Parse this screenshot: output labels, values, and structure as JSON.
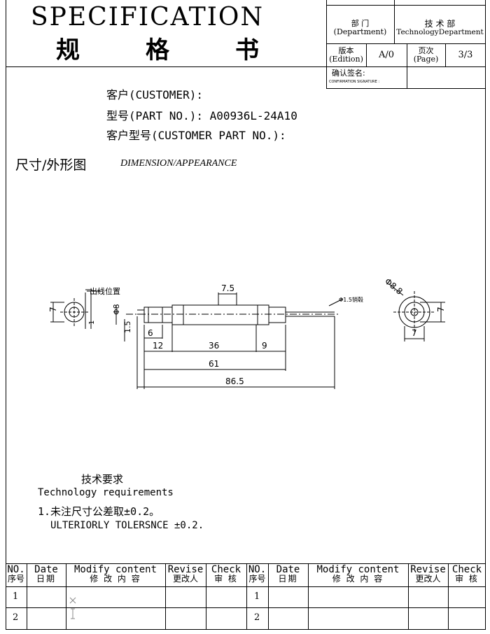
{
  "header": {
    "title_en": "SPECIFICATION",
    "title_cn": [
      "规",
      "格",
      "书"
    ],
    "department_label_cn": "部  门",
    "department_label_en": "(Department)",
    "department_value_cn": "技 术 部",
    "department_value_en": "TechnologyDepartment",
    "edition_label_cn": "版本",
    "edition_label_en": "(Edition)",
    "edition_value": "A/0",
    "page_label_cn": "页次",
    "page_label_en": "(Page)",
    "page_value": "3/3",
    "confirm_label_cn": "确认签名:",
    "confirm_label_en": "CONFIRMATION SIGNATURE :"
  },
  "customer": {
    "customer": "客户(CUSTOMER):",
    "part_no": "型号(PART NO.): A00936L-24A10",
    "customer_part_no": "客户型号(CUSTOMER PART NO.):"
  },
  "section": {
    "title_cn": "尺寸/外形图",
    "title_en": "DIMENSION/APPEARANCE"
  },
  "drawing": {
    "lead_label": "出线位置",
    "shaft_label": "Φ1.5销毂",
    "dim_7_left": "7",
    "dim_1": "1",
    "dim_phi8": "Φ8",
    "dim_1_5": "1.5",
    "dim_7_5": "7.5",
    "dim_6": "6",
    "dim_12": "12",
    "dim_36": "36",
    "dim_9": "9",
    "dim_61": "61",
    "dim_86_5": "86.5",
    "dim_phi8_8": "Φ8.8",
    "dim_7_right_v": "7",
    "dim_7_right_h": "7"
  },
  "requirements": {
    "title_cn": "技术要求",
    "title_en": "Technology   requirements",
    "item1_cn": "1.未注尺寸公差取±0.2。",
    "item1_en": "ULTERIORLY TOLERSNCE ±0.2."
  },
  "revision_table": {
    "headers": [
      {
        "en": "NO.",
        "cn": "序号"
      },
      {
        "en": "Date",
        "cn": "日期"
      },
      {
        "en": "Modify content",
        "cn": "修 改 内 容"
      },
      {
        "en": "Revise",
        "cn": "更改人"
      },
      {
        "en": "Check",
        "cn": "审 核"
      },
      {
        "en": "NO.",
        "cn": "序号"
      },
      {
        "en": "Date",
        "cn": "日期"
      },
      {
        "en": "Modify content",
        "cn": "修 改 内 容"
      },
      {
        "en": "Revise",
        "cn": "更改人"
      },
      {
        "en": "Check",
        "cn": "审 核"
      }
    ],
    "rows_left": [
      "1",
      "2"
    ],
    "rows_right": [
      "1",
      "2"
    ]
  }
}
